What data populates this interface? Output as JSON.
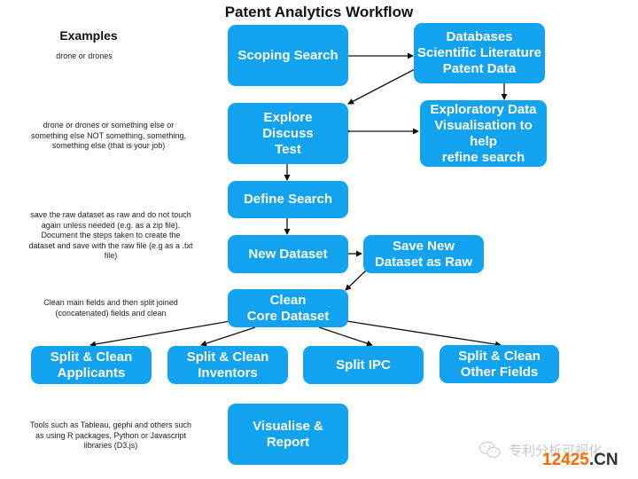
{
  "title": "Patent Analytics Workflow",
  "examples": {
    "heading": "Examples",
    "notes": [
      "drone or drones",
      "drone or drones or something else or\nsomething else NOT something, something,\nsomething else (that is your job)",
      "save the raw dataset as raw and do not touch\nagain unless needed (e.g. as a zip file).\nDocument the steps taken to create the\ndataset and save with the raw file (e.g as a .txt\nfile)",
      "Clean main fields and then split joined\n(concatenated) fields and clean",
      "Tools such as Tableau, gephi and others such\nas using R packages, Python or Javascript\nlibraries (D3.js)"
    ]
  },
  "boxes": {
    "scoping_search": "Scoping Search",
    "databases": "Databases\nScientific Literature\nPatent Data",
    "explore": "Explore\nDiscuss\nTest",
    "exploratory_vis": "Exploratory Data\nVisualisation to help\nrefine search",
    "define_search": "Define Search",
    "new_dataset": "New Dataset",
    "save_raw": "Save New\nDataset as Raw",
    "clean_core": "Clean\nCore Dataset",
    "split_applicants": "Split & Clean\nApplicants",
    "split_inventors": "Split & Clean\nInventors",
    "split_ipc": "Split IPC",
    "split_other": "Split & Clean\nOther Fields",
    "visualise": "Visualise &\nReport"
  },
  "colors": {
    "box": "#11a3f0",
    "arrow": "#111111"
  },
  "watermark": {
    "icon": "wechat-icon",
    "text": "专利分析可视化",
    "site_number": "12425",
    "site_suffix": ".CN"
  }
}
